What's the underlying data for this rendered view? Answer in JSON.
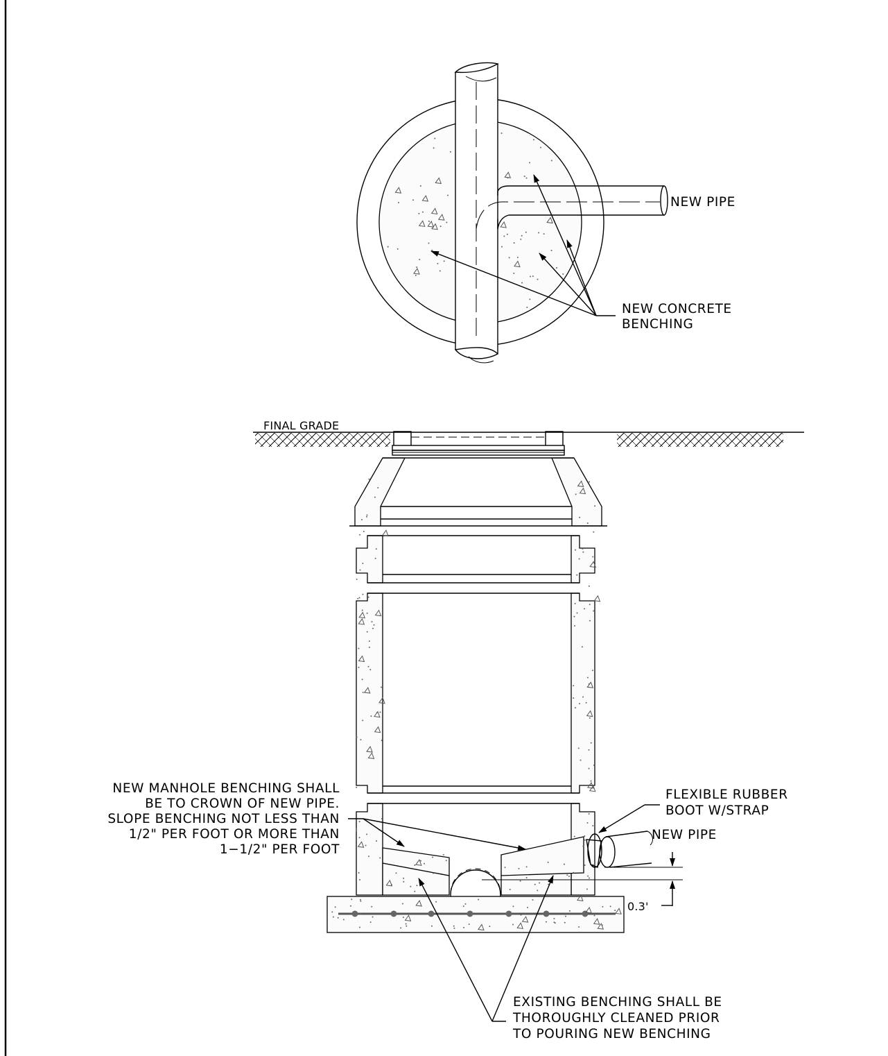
{
  "plan_view": {
    "new_pipe_label": "NEW PIPE",
    "benching_label": [
      "NEW CONCRETE",
      "BENCHING"
    ]
  },
  "section_view": {
    "final_grade_label": "FINAL GRADE",
    "manhole_note": [
      "NEW MANHOLE BENCHING SHALL",
      "BE TO CROWN OF NEW PIPE.",
      "SLOPE BENCHING NOT LESS THAN",
      "1/2\" PER FOOT OR MORE THAN",
      "1−1/2\" PER FOOT"
    ],
    "boot_label": [
      "FLEXIBLE RUBBER",
      "BOOT W/STRAP"
    ],
    "new_pipe_label": "NEW PIPE",
    "dimension_label": "0.3'",
    "existing_note": [
      "EXISTING BENCHING SHALL BE",
      "THOROUGHLY CLEANED PRIOR",
      "TO POURING NEW BENCHING"
    ]
  },
  "colors": {
    "line": "#000000",
    "concrete_fill": "#fbfbfb",
    "speckle": "#666666"
  }
}
